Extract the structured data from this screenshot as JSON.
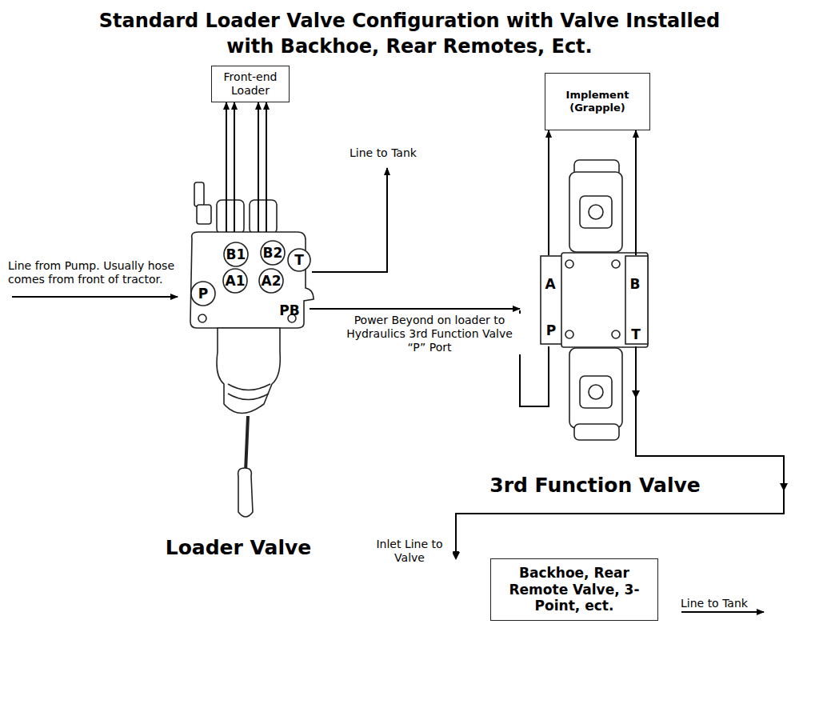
{
  "diagram": {
    "title": "Standard Loader Valve Configuration with Valve Installed with Backhoe, Rear Remotes, Ect.",
    "nodes": [
      {
        "text": [
          "Front-end Loader"
        ]
      },
      {
        "text": [
          "Implement (Grapple)"
        ]
      },
      {
        "text": [
          "Loader Valve"
        ]
      },
      {
        "text": [
          "3rd Function Valve"
        ]
      },
      {
        "text": [
          "Backhoe, Rear Remote Valve, 3-Point, ect."
        ]
      }
    ],
    "edges": [
      {
        "from": 2,
        "to": 0,
        "arrow": "to"
      },
      {
        "from": 2,
        "to": 0,
        "arrow": "to"
      },
      {
        "from": 2,
        "to": 0,
        "arrow": "to"
      },
      {
        "from": 2,
        "to": 0,
        "arrow": "to"
      },
      {
        "from": 2,
        "to": 3,
        "label": "Power Beyond on loader to Hydraulics 3rd Function Valve “P” Port",
        "arrow": "to"
      },
      {
        "from": 3,
        "to": 1,
        "arrow": "to"
      },
      {
        "from": 3,
        "to": 1,
        "arrow": "to"
      },
      {
        "from": 3,
        "to": 4,
        "label": "Inlet Line to Valve",
        "arrow": "to"
      }
    ],
    "labels": [
      "Line from Pump. Usually hose comes from front of tractor.",
      "Line to Tank",
      "B1",
      "B2",
      "T",
      "A1",
      "A2",
      "P",
      "PB",
      "A",
      "B",
      "P",
      "T",
      "Line to Tank"
    ]
  }
}
